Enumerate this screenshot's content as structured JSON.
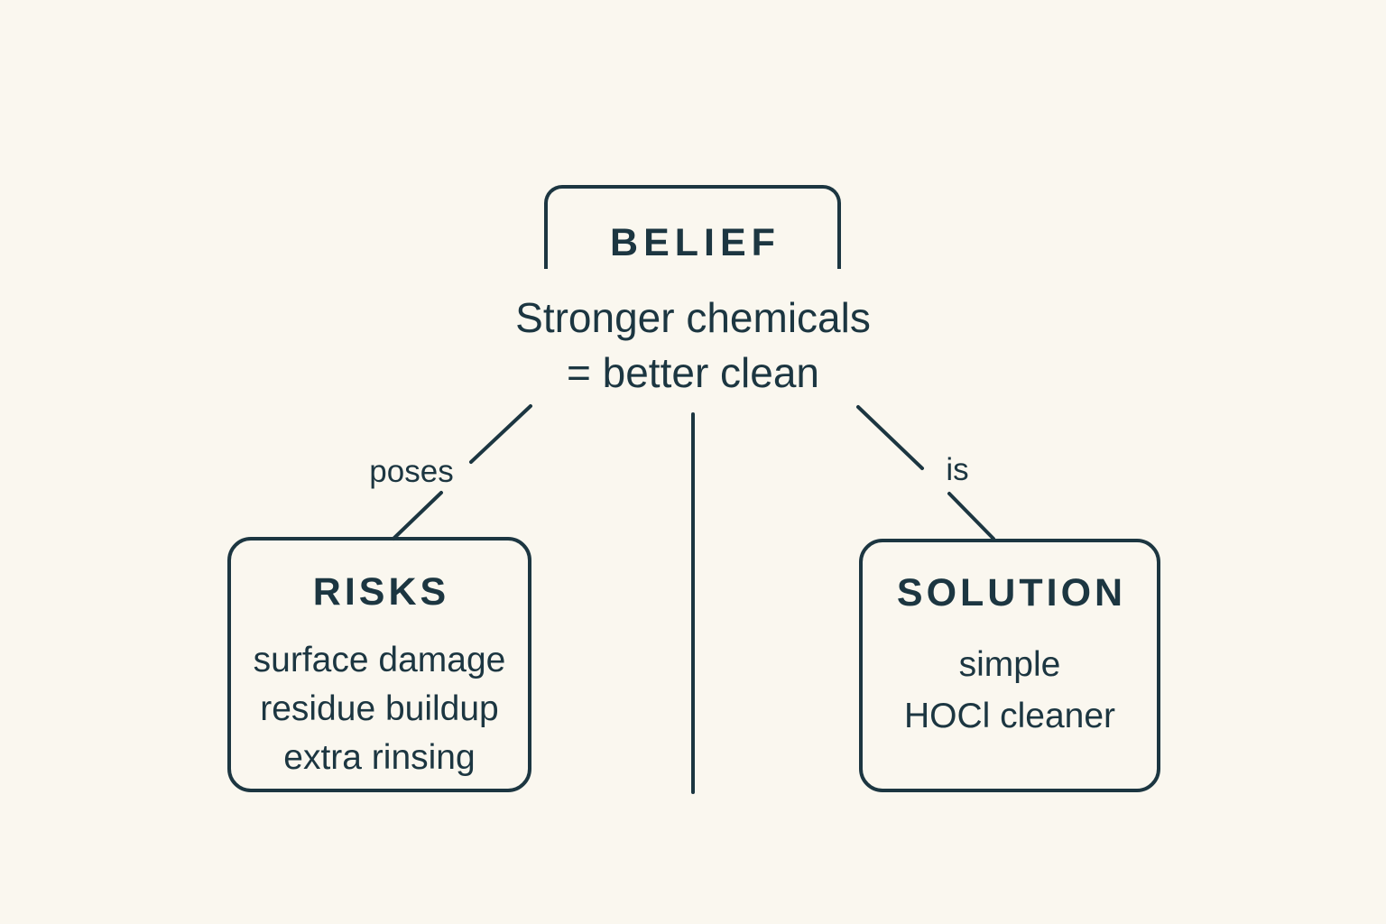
{
  "belief": {
    "title": "BELIEF",
    "statement_line1": "Stronger chemicals",
    "statement_line2": "= better clean"
  },
  "edges": {
    "left_label": "poses",
    "right_label": "is"
  },
  "risks": {
    "title": "RISKS",
    "items": [
      "surface damage",
      "residue buildup",
      "extra rinsing"
    ]
  },
  "solution": {
    "title": "SOLUTION",
    "items": [
      "simple",
      "HOCl cleaner"
    ]
  },
  "colors": {
    "ink": "#1c3641",
    "background": "#faf7ef"
  }
}
